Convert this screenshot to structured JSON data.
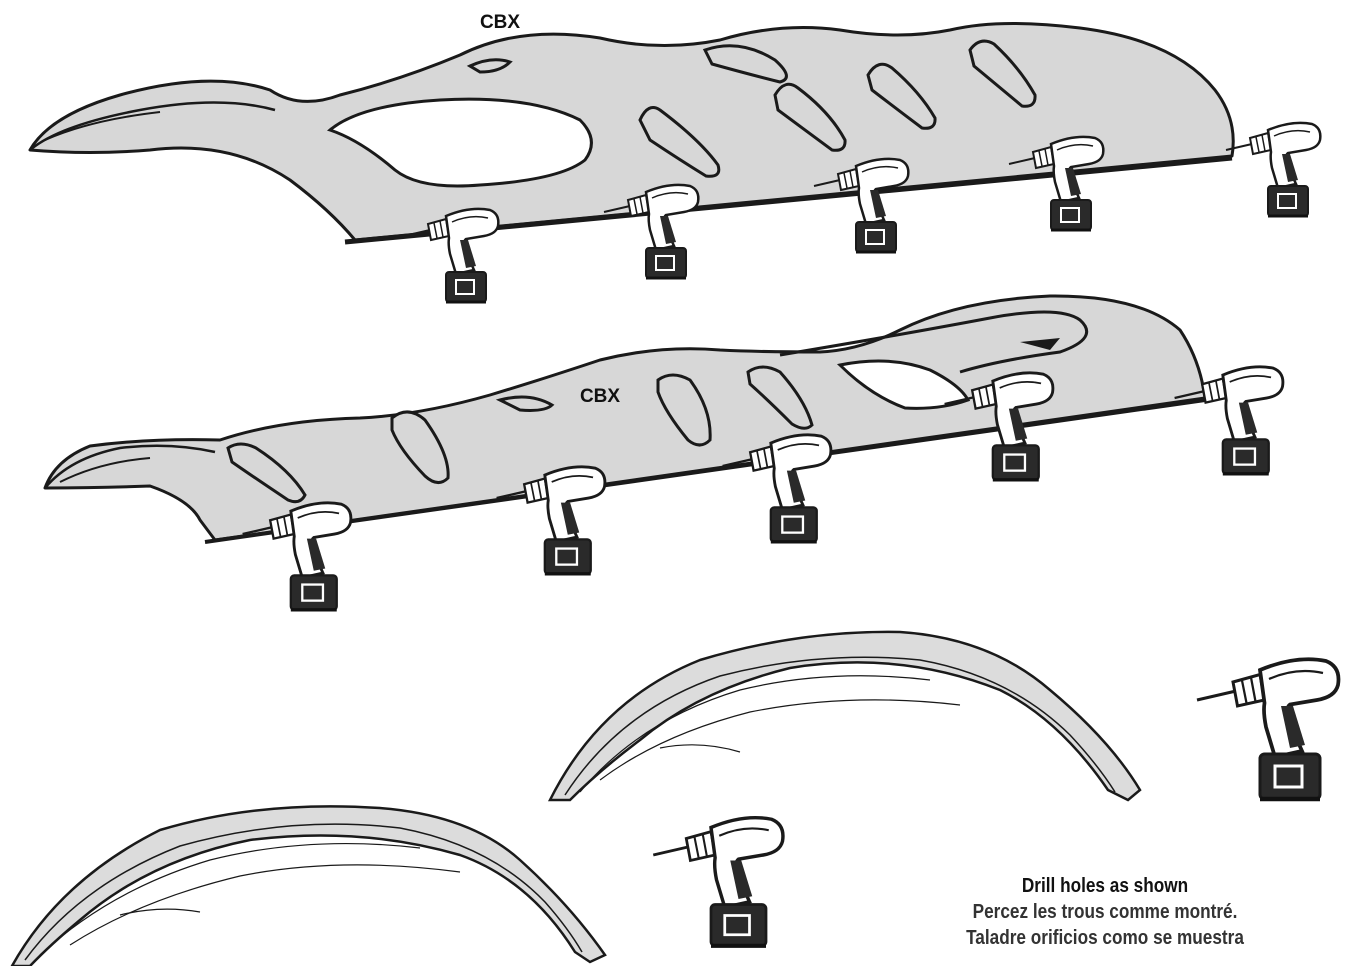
{
  "labels": {
    "panel_upper": "CBX",
    "panel_lower": "CBX"
  },
  "instructions": {
    "en": "Drill holes as shown",
    "fr": "Percez les trous comme montré.",
    "es": "Taladre orificios como se muestra"
  },
  "colors": {
    "panel_fill": "#d7d7d7",
    "fender_fill": "#dcdcdc",
    "outline": "#1a1a1a",
    "tool_battery": "#2a2a2a",
    "tool_body": "#ffffff",
    "text_primary": "#111111",
    "text_secondary": "#333333"
  },
  "icons": {
    "tool": "power-drill-icon"
  }
}
